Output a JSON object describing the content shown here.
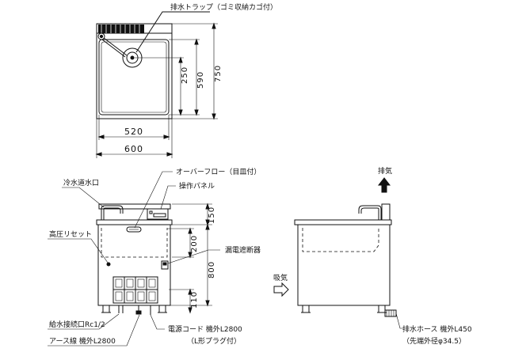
{
  "top_view": {
    "drain_trap_label": "排水トラップ（ゴミ収納カゴ付）",
    "dim_250": "250",
    "dim_590": "590",
    "dim_750": "750",
    "dim_520": "520",
    "dim_600": "600"
  },
  "front_view": {
    "overflow_label": "オーバーフロー（目皿付）",
    "control_panel_label": "操作パネル",
    "cold_water_label": "冷水道水口",
    "high_pressure_reset_label": "高圧リセット",
    "earth_leakage_breaker_label": "漏電遮断器",
    "water_supply_label": "給水接続口Rc1/2",
    "earth_wire_label": "アース線 機外L2800",
    "power_cord_label": "電源コード 機外L2800",
    "plug_label": "（L形プラグ付）",
    "dim_150": "150",
    "dim_200": "200",
    "dim_800": "800",
    "dim_110": "110"
  },
  "side_view": {
    "exhaust_label": "排気",
    "intake_label": "吸気",
    "drain_hose_label": "排水ホース 機外L450",
    "tip_diameter_label": "（先端外径φ34.5）"
  }
}
